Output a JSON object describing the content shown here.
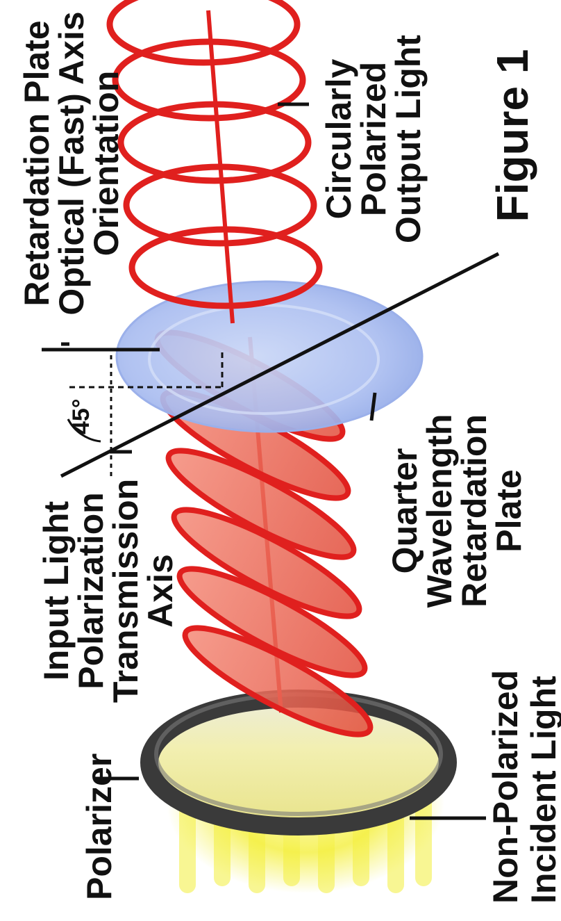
{
  "labels": {
    "input_light_l1": "Input Light",
    "input_light_l2": "Polarization",
    "input_light_l3": "Transmission",
    "input_light_l4": "Axis",
    "retardation_l1": "Retardation Plate",
    "retardation_l2": "Optical (Fast) Axis",
    "retardation_l3": "Orientation",
    "circular_l1": "Circularly",
    "circular_l2": "Polarized",
    "circular_l3": "Output Light",
    "quarter_l1": "Quarter",
    "quarter_l2": "Wavelength",
    "quarter_l3": "Retardation",
    "quarter_l4": "Plate",
    "polarizer": "Polarizer",
    "nonpolar_l1": "Non-Polarized",
    "nonpolar_l2": "Incident Light",
    "angle": "45°",
    "figure": "Figure 1"
  },
  "colors": {
    "wave": "#e0201e",
    "plate": "#a9bff0",
    "polarizer_ring": "#3a3a3a",
    "incident_light": "#f2ee3a"
  },
  "icons": {
    "polarizer": "polarizer-disc-icon",
    "plate": "retardation-plate-disc-icon",
    "linear_wave": "linear-polarized-wave-icon",
    "circular_wave": "circular-polarized-helix-icon",
    "light_rays": "incident-light-rays-icon"
  }
}
